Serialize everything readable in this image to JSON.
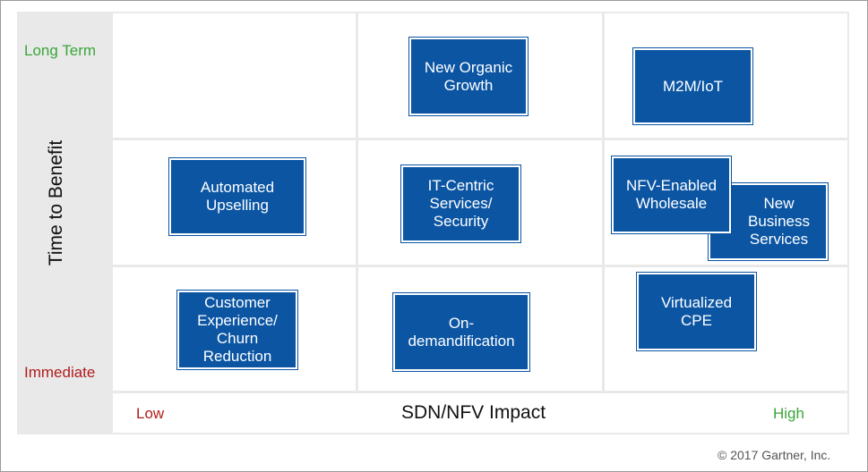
{
  "y_axis": {
    "title": "Time to Benefit",
    "top_label": "Long Term",
    "bottom_label": "Immediate"
  },
  "x_axis": {
    "title": "SDN/NFV Impact",
    "left_label": "Low",
    "right_label": "High"
  },
  "items": [
    {
      "label": "New Organic\nGrowth"
    },
    {
      "label": "M2M/IoT"
    },
    {
      "label": "Automated\nUpselling"
    },
    {
      "label": "IT-Centric\nServices/\nSecurity"
    },
    {
      "label": "New\nBusiness\nServices"
    },
    {
      "label": "NFV-Enabled\nWholesale"
    },
    {
      "label": "Customer\nExperience/\nChurn\nReduction"
    },
    {
      "label": "On-\ndemandification"
    },
    {
      "label": "Virtualized\nCPE"
    }
  ],
  "copyright": "© 2017 Gartner, Inc.",
  "colors": {
    "box": "#0b55a3",
    "long_term": "#3aa63a",
    "immediate": "#b01c1c",
    "low": "#b01c1c",
    "high": "#3aa63a",
    "grid_bg": "#e9e9e9"
  }
}
